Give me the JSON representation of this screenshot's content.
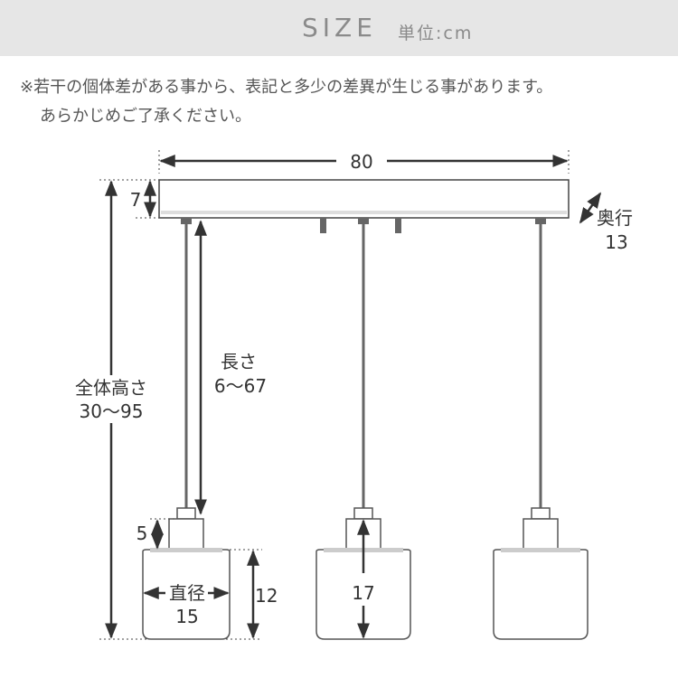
{
  "header": {
    "title": "SIZE",
    "unit": "単位:cm"
  },
  "notes": {
    "line1": "※若干の個体差がある事から、表記と多少の差異が生じる事があります。",
    "line2": "あらかじめご了承ください。"
  },
  "dimensions": {
    "width": "80",
    "canopy_height": "7",
    "depth_label": "奥行",
    "depth_value": "13",
    "length_label": "長さ",
    "length_value": "6〜67",
    "total_label": "全体高さ",
    "total_value": "30〜95",
    "socket_height": "5",
    "diameter_label": "直径",
    "diameter_value": "15",
    "shade_height": "12",
    "shade_height_middle": "17"
  },
  "colors": {
    "line": "#333333",
    "header_bg": "#e6e6e6",
    "header_text": "#8a8a8a"
  }
}
